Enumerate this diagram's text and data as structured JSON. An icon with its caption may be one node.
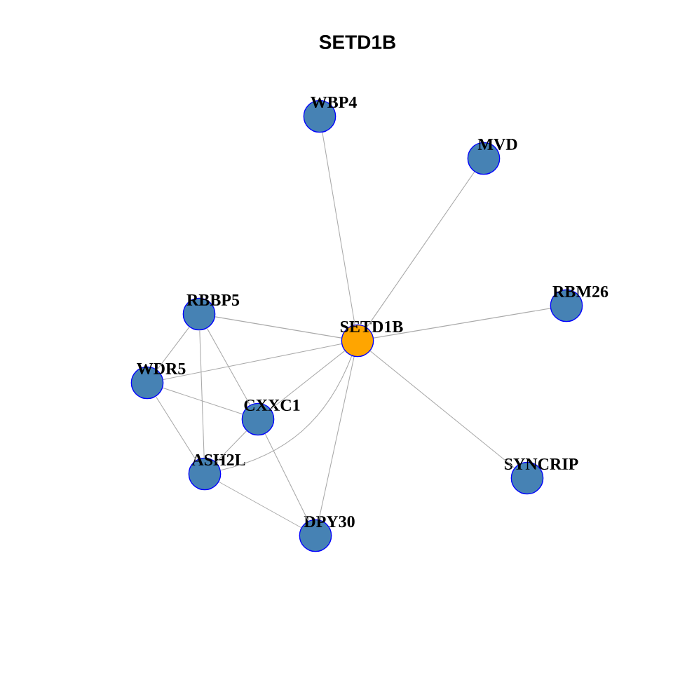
{
  "diagram": {
    "title": "SETD1B",
    "nodes": [
      {
        "text": [
          "SETD1B"
        ]
      },
      {
        "text": [
          "WBP4"
        ]
      },
      {
        "text": [
          "MVD"
        ]
      },
      {
        "text": [
          "RBM26"
        ]
      },
      {
        "text": [
          "SYNCRIP"
        ]
      },
      {
        "text": [
          "RBBP5"
        ]
      },
      {
        "text": [
          "WDR5"
        ]
      },
      {
        "text": [
          "CXXC1"
        ]
      },
      {
        "text": [
          "ASH2L"
        ]
      },
      {
        "text": [
          "DPY30"
        ]
      }
    ],
    "edges": [
      {
        "from": 0,
        "to": 1,
        "arrow": "none"
      },
      {
        "from": 0,
        "to": 2,
        "arrow": "none"
      },
      {
        "from": 0,
        "to": 3,
        "arrow": "none"
      },
      {
        "from": 0,
        "to": 4,
        "arrow": "none"
      },
      {
        "from": 0,
        "to": 5,
        "arrow": "none"
      },
      {
        "from": 0,
        "to": 6,
        "arrow": "none"
      },
      {
        "from": 0,
        "to": 7,
        "arrow": "none"
      },
      {
        "from": 0,
        "to": 8,
        "arrow": "none"
      },
      {
        "from": 0,
        "to": 9,
        "arrow": "none"
      },
      {
        "from": 5,
        "to": 6,
        "arrow": "none"
      },
      {
        "from": 5,
        "to": 7,
        "arrow": "none"
      },
      {
        "from": 5,
        "to": 8,
        "arrow": "none"
      },
      {
        "from": 6,
        "to": 7,
        "arrow": "none"
      },
      {
        "from": 6,
        "to": 8,
        "arrow": "none"
      },
      {
        "from": 7,
        "to": 8,
        "arrow": "none"
      },
      {
        "from": 7,
        "to": 9,
        "arrow": "none"
      },
      {
        "from": 8,
        "to": 9,
        "arrow": "none"
      }
    ]
  }
}
